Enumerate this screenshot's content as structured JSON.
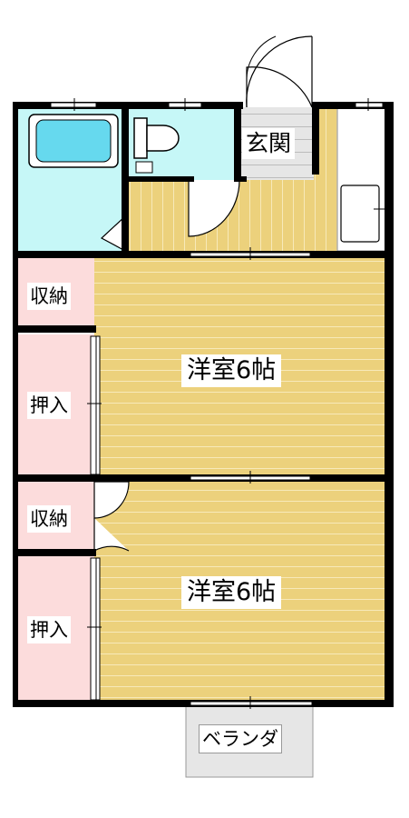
{
  "rooms": {
    "entrance": "玄関",
    "storage_upper": "収納",
    "closet_upper": "押入",
    "western_room_upper": "洋室6帖",
    "storage_lower": "収納",
    "closet_lower": "押入",
    "western_room_lower": "洋室6帖",
    "balcony": "ベランダ"
  },
  "colors": {
    "wall": "#000000",
    "wet_area": "#c6f7f7",
    "floor_wood": "#ecd17c",
    "closet": "#fcdcdc",
    "balcony": "#e6e6e6",
    "entrance_floor": "#e6e6e6",
    "bathtub": "#66d9ee"
  }
}
